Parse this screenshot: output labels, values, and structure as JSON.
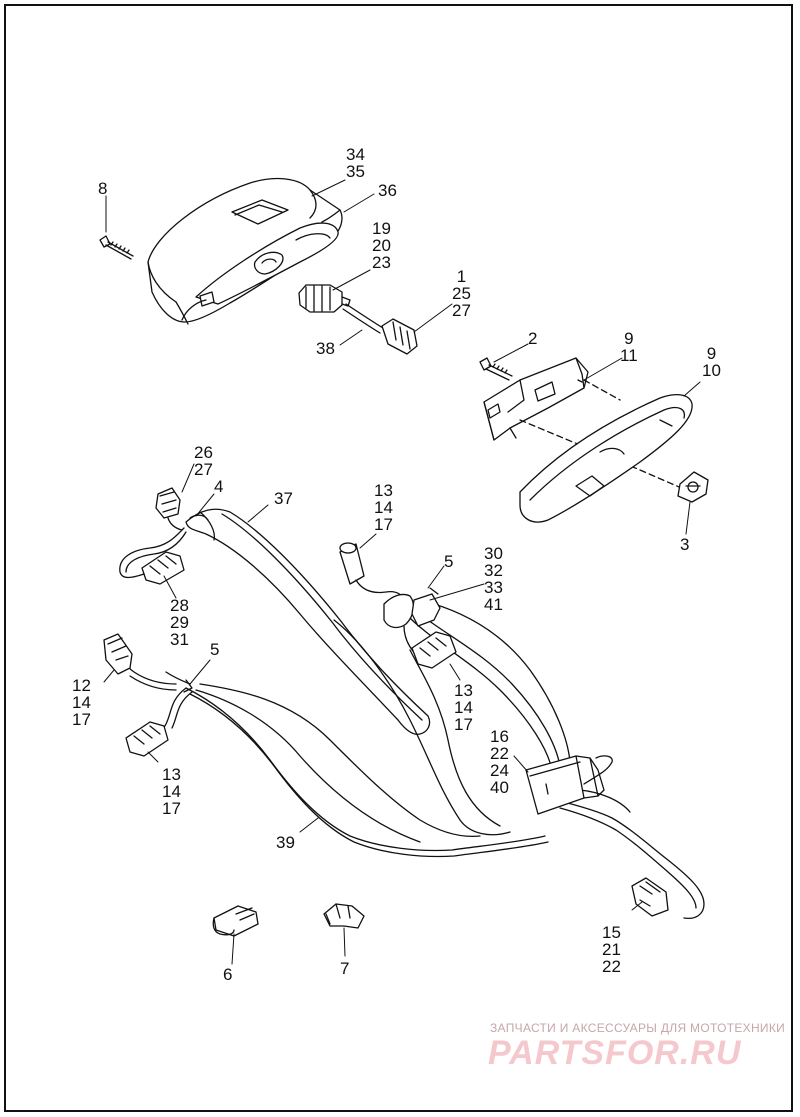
{
  "callouts": {
    "c8": [
      "8"
    ],
    "c34": [
      "34",
      "35"
    ],
    "c36": [
      "36"
    ],
    "c19": [
      "19",
      "20",
      "23"
    ],
    "c1": [
      "1",
      "25",
      "27"
    ],
    "c38": [
      "38"
    ],
    "c2": [
      "2"
    ],
    "c9a": [
      "9",
      "11"
    ],
    "c9b": [
      "9",
      "10"
    ],
    "c3": [
      "3"
    ],
    "c26": [
      "26",
      "27"
    ],
    "c4": [
      "4"
    ],
    "c37": [
      "37"
    ],
    "c13a": [
      "13",
      "14",
      "17"
    ],
    "c5a": [
      "5"
    ],
    "c30": [
      "30",
      "32",
      "33",
      "41"
    ],
    "c28": [
      "28",
      "29",
      "31"
    ],
    "c5b": [
      "5"
    ],
    "c12": [
      "12",
      "14",
      "17"
    ],
    "c13b": [
      "13",
      "14",
      "17"
    ],
    "c16": [
      "16",
      "22",
      "24",
      "40"
    ],
    "c13c": [
      "13",
      "14",
      "17"
    ],
    "c39": [
      "39"
    ],
    "c15": [
      "15",
      "21",
      "22"
    ],
    "c6": [
      "6"
    ],
    "c7": [
      "7"
    ]
  },
  "watermark": {
    "subtitle": "ЗАПЧАСТИ И АКСЕССУАРЫ ДЛЯ МОТОТЕХНИКИ",
    "logo": "PARTSFOR.RU"
  },
  "colors": {
    "line": "#111111",
    "watermark": "#e8a0a8"
  }
}
